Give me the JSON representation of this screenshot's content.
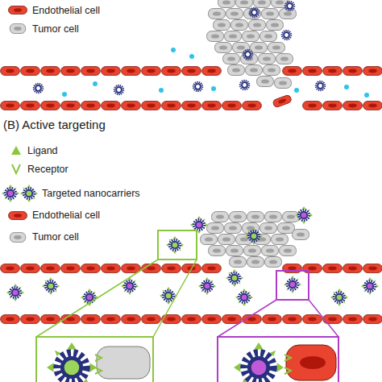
{
  "diagram": {
    "labels": [
      "(B) Active targeting"
    ],
    "legend": [
      {
        "text": "Endothelial cell"
      },
      {
        "text": "Tumor cell"
      },
      {
        "text": "Ligand"
      },
      {
        "text": "Receptor"
      },
      {
        "text": "Targeted nanocarriers"
      },
      {
        "text": "Endothelial cell"
      },
      {
        "text": "Tumor cell"
      }
    ]
  }
}
